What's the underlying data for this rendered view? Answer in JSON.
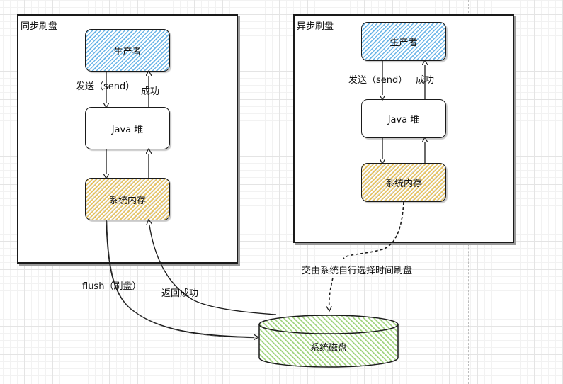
{
  "diagram": {
    "sync_panel": {
      "title": "同步刷盘",
      "nodes": {
        "producer": "生产者",
        "java_heap": "Java 堆",
        "system_memory": "系统内存"
      },
      "edges": {
        "send": "发送（send）",
        "success": "成功",
        "flush": "flush（刷盘）",
        "return_success": "返回成功"
      }
    },
    "async_panel": {
      "title": "异步刷盘",
      "nodes": {
        "producer": "生产者",
        "java_heap": "Java 堆",
        "system_memory": "系统内存"
      },
      "edges": {
        "send": "发送（send）",
        "success": "成功",
        "os_flush": "交由系统自行选择时间刷盘"
      }
    },
    "disk": {
      "label": "系统磁盘",
      "color": "#9dd27a"
    },
    "colors": {
      "producer_hatch": "#6db6e8",
      "memory_hatch": "#e8c25a",
      "stroke": "#1a1a1a"
    }
  }
}
